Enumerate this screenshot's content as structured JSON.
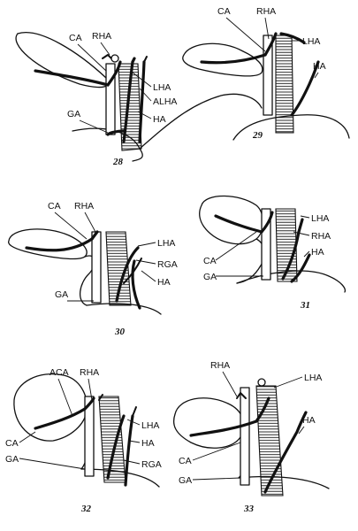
{
  "panels": [
    {
      "number": "28",
      "labels": [
        "CA",
        "RHA",
        "LHA",
        "ALHA",
        "GA",
        "HA"
      ]
    },
    {
      "number": "29",
      "labels": [
        "CA",
        "RHA",
        "LHA",
        "HA"
      ]
    },
    {
      "number": "30",
      "labels": [
        "CA",
        "RHA",
        "LHA",
        "RGA",
        "HA",
        "GA"
      ]
    },
    {
      "number": "31",
      "labels": [
        "LHA",
        "RHA",
        "HA",
        "CA",
        "GA"
      ]
    },
    {
      "number": "32",
      "labels": [
        "ACA",
        "RHA",
        "LHA",
        "HA",
        "RGA",
        "CA",
        "GA"
      ]
    },
    {
      "number": "33",
      "labels": [
        "RHA",
        "LHA",
        "HA",
        "CA",
        "GA"
      ]
    }
  ]
}
